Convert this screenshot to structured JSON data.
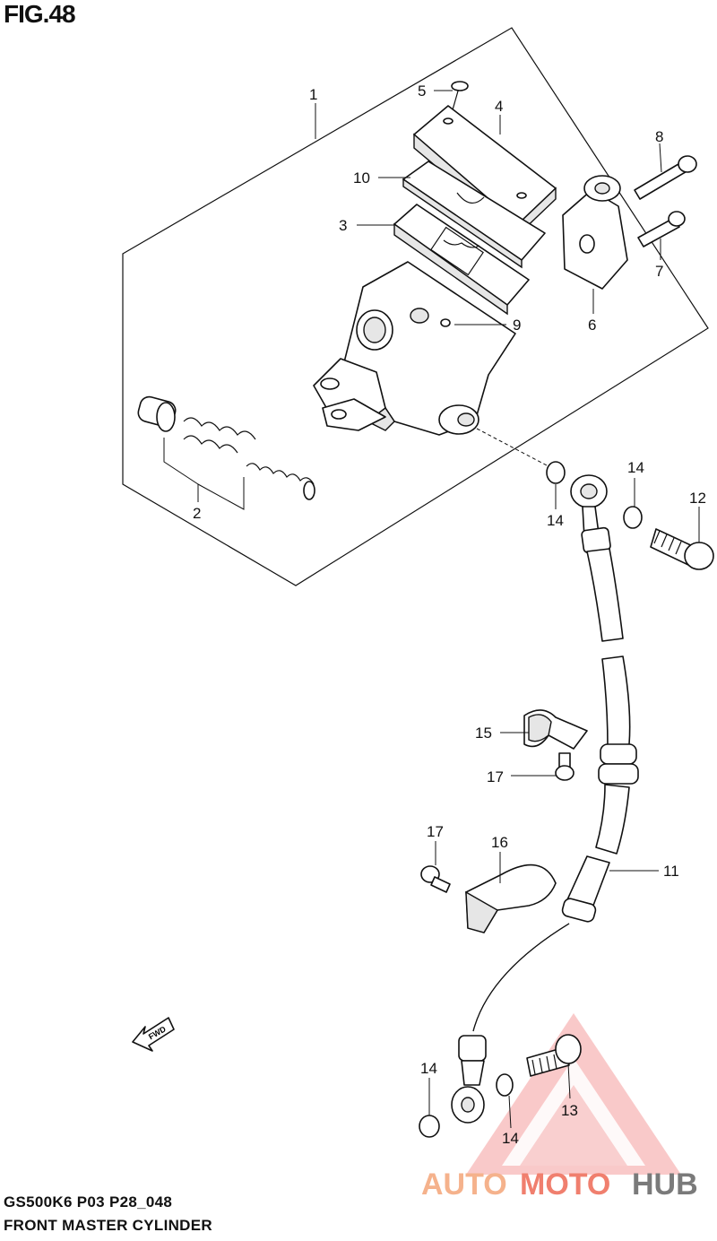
{
  "figure": {
    "title": "FIG.48"
  },
  "footer": {
    "model_line": "GS500K6 P03 P28_048",
    "caption": "FRONT MASTER CYLINDER"
  },
  "fwd_label": "FWD",
  "watermark": {
    "text_a": "AUTO",
    "text_b": "MOTO",
    "text_c": "HUB",
    "color_a": "#f5b28c",
    "color_b": "#f07f6e",
    "color_c": "#7a7a7a",
    "triangle_color": "#f28a8a"
  },
  "callouts": {
    "c1": "1",
    "c2": "2",
    "c3": "3",
    "c4": "4",
    "c5": "5",
    "c6": "6",
    "c7": "7",
    "c8": "8",
    "c9": "9",
    "c10": "10",
    "c11": "11",
    "c12": "12",
    "c13": "13",
    "c14a": "14",
    "c14b": "14",
    "c14c": "14",
    "c14d": "14",
    "c15": "15",
    "c16": "16",
    "c17a": "17",
    "c17b": "17"
  }
}
